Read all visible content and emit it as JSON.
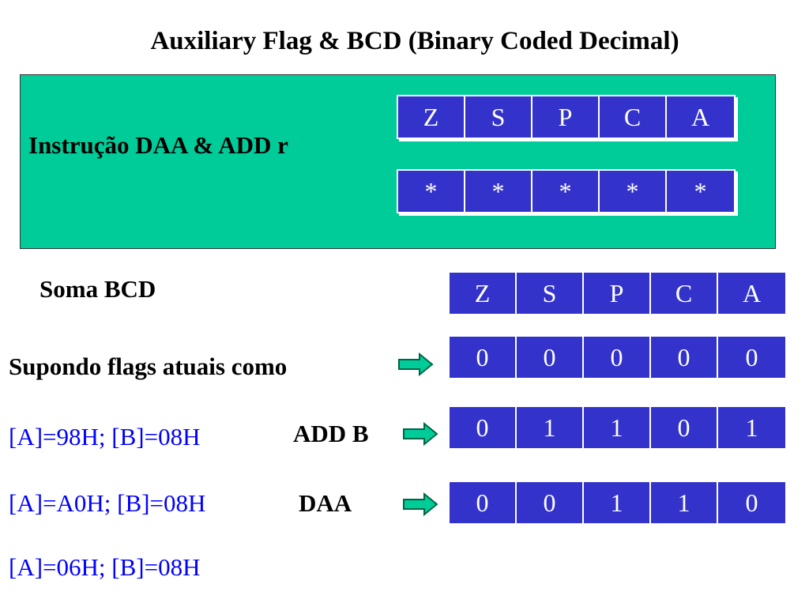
{
  "title": "Auxiliary Flag & BCD (Binary Coded Decimal)",
  "box": {
    "label": "Instrução DAA & ADD r",
    "header": [
      "Z",
      "S",
      "P",
      "C",
      "A"
    ],
    "effect": [
      "*",
      "*",
      "*",
      "*",
      "*"
    ]
  },
  "section_label": "Soma BCD",
  "table": {
    "header": [
      "Z",
      "S",
      "P",
      "C",
      "A"
    ],
    "rows": [
      {
        "caption": "Supondo flags atuais como",
        "values": [
          "0",
          "0",
          "0",
          "0",
          "0"
        ]
      },
      {
        "caption": "ADD B",
        "values": [
          "0",
          "1",
          "1",
          "0",
          "1"
        ]
      },
      {
        "caption": "DAA",
        "values": [
          "0",
          "0",
          "1",
          "1",
          "0"
        ]
      }
    ]
  },
  "registers": [
    "[A]=98H; [B]=08H",
    "[A]=A0H; [B]=08H",
    "[A]=06H; [B]=08H"
  ],
  "colors": {
    "box_green": "#00cc99",
    "cell_blue": "#3333cc",
    "register_text": "#0000ff",
    "arrow_fill": "#00cc99"
  },
  "icons": {
    "arrow": "right-arrow-icon"
  }
}
